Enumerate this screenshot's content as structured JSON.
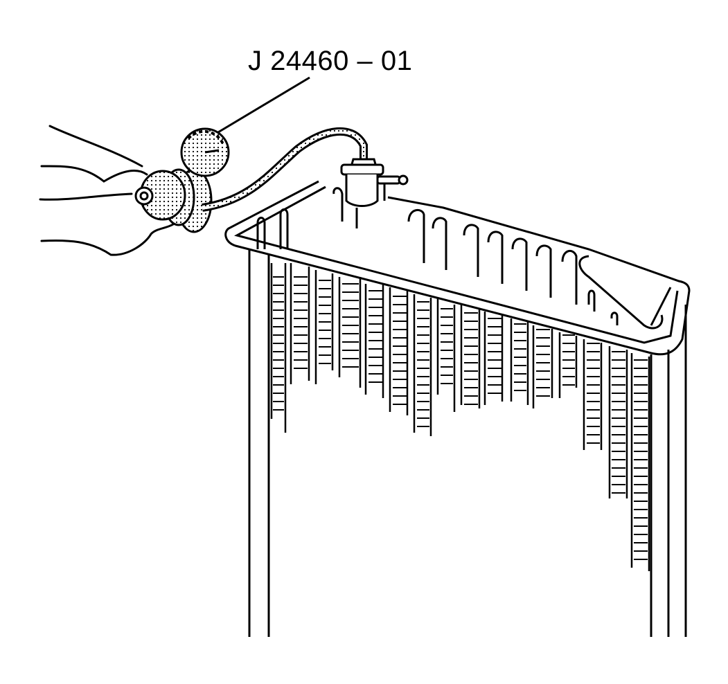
{
  "diagram": {
    "callout_label": "J 24460 – 01",
    "subject": "radiator-pressure-test",
    "components": [
      "hand",
      "pressure-tester-pump",
      "pressure-gauge",
      "hose",
      "filler-neck-adapter",
      "radiator"
    ]
  },
  "colors": {
    "line": "#000000",
    "background": "#ffffff"
  }
}
